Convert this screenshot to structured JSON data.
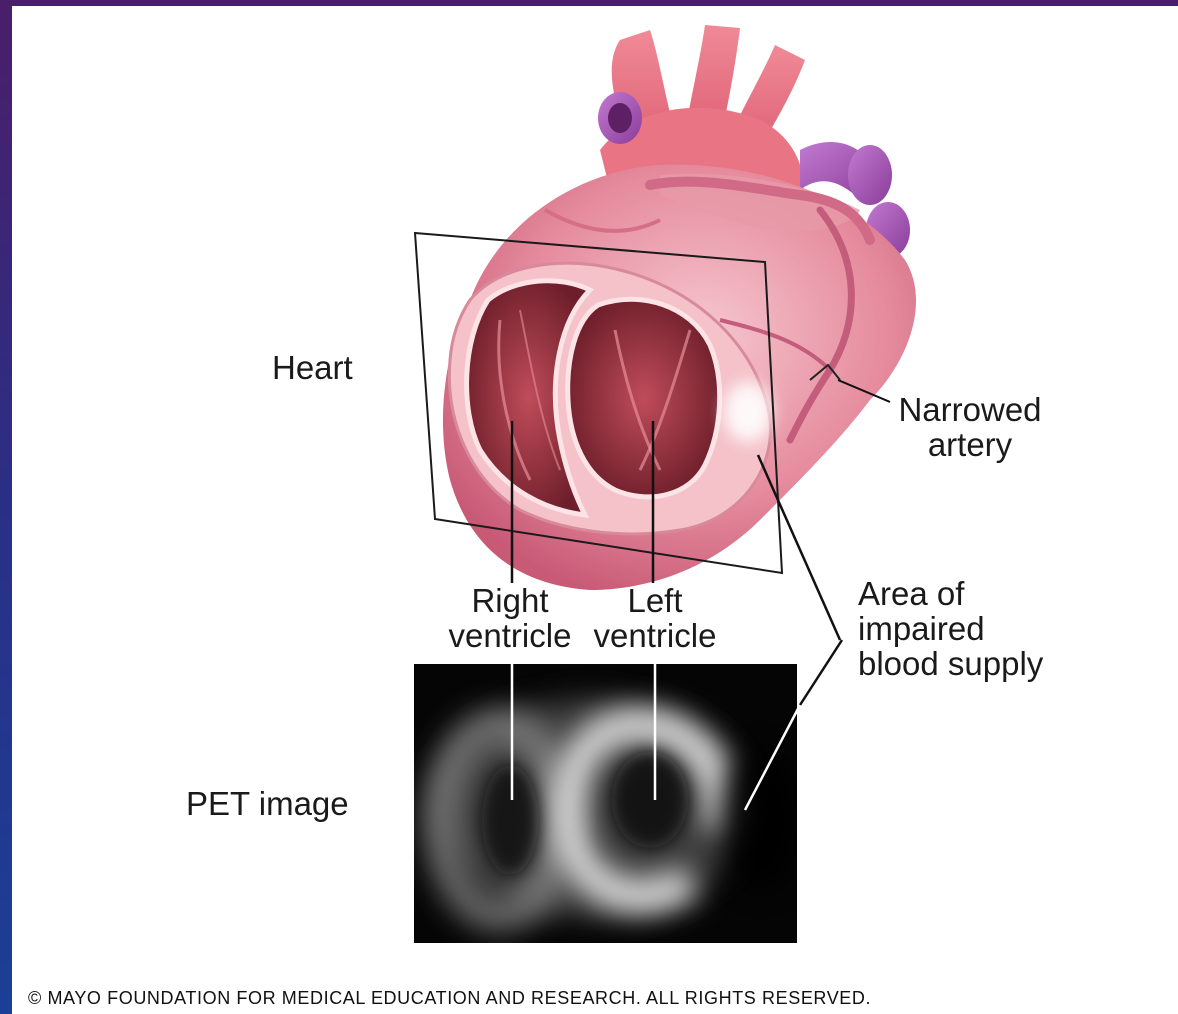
{
  "labels": {
    "heart": "Heart",
    "narrowed_artery_line1": "Narrowed",
    "narrowed_artery_line2": "artery",
    "right_ventricle_line1": "Right",
    "right_ventricle_line2": "ventricle",
    "left_ventricle_line1": "Left",
    "left_ventricle_line2": "ventricle",
    "impaired_line1": "Area of",
    "impaired_line2": "impaired",
    "impaired_line3": "blood supply",
    "pet_image": "PET image"
  },
  "copyright": "© MAYO FOUNDATION FOR MEDICAL EDUCATION AND RESEARCH. ALL RIGHTS RESERVED.",
  "colors": {
    "frame_top": "#4a1e6a",
    "frame_bottom": "#1b3f96",
    "heart_pink": "#e58b9d",
    "vein_purple": "#8a3c9a",
    "pet_background": "#050505"
  }
}
